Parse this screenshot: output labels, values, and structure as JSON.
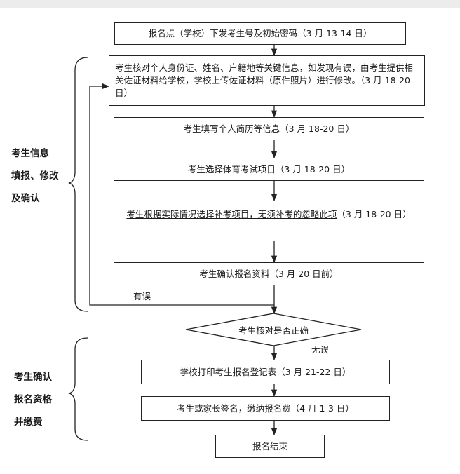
{
  "steps": {
    "issue_id": "报名点（学校）下发考生号及初始密码（3 月 13-14 日）",
    "verify_info": "考生核对个人身份证、姓名、户籍地等关键信息，如发现有误，由考生提供相关佐证材料给学校，学校上传佐证材料（原件照片）进行修改。（3 月 18-20 日）",
    "fill_resume": "考生填写个人简历等信息（3 月 18-20 日）",
    "select_pe": "考生选择体育考试项目（3 月 18-20 日）",
    "supplement_link": "考生根据实际情况选择补考项目，无须补考的忽略此项",
    "supplement_date": "（3 月 18-20 日）",
    "confirm_data": "考生确认报名资料（3 月 20 日前）",
    "decision": "考生核对是否正确",
    "print_form": "学校打印考生报名登记表（3 月 21-22 日）",
    "sign_pay": "考生或家长签名，缴纳报名费（4 月 1-3 日）",
    "end": "报名结束"
  },
  "labels": {
    "has_error": "有误",
    "no_error": "无误"
  },
  "groups": {
    "group1": [
      "考生信息",
      "填报、修改",
      "及确认"
    ],
    "group2": [
      "考生确认",
      "报名资格",
      "并缴费"
    ]
  }
}
